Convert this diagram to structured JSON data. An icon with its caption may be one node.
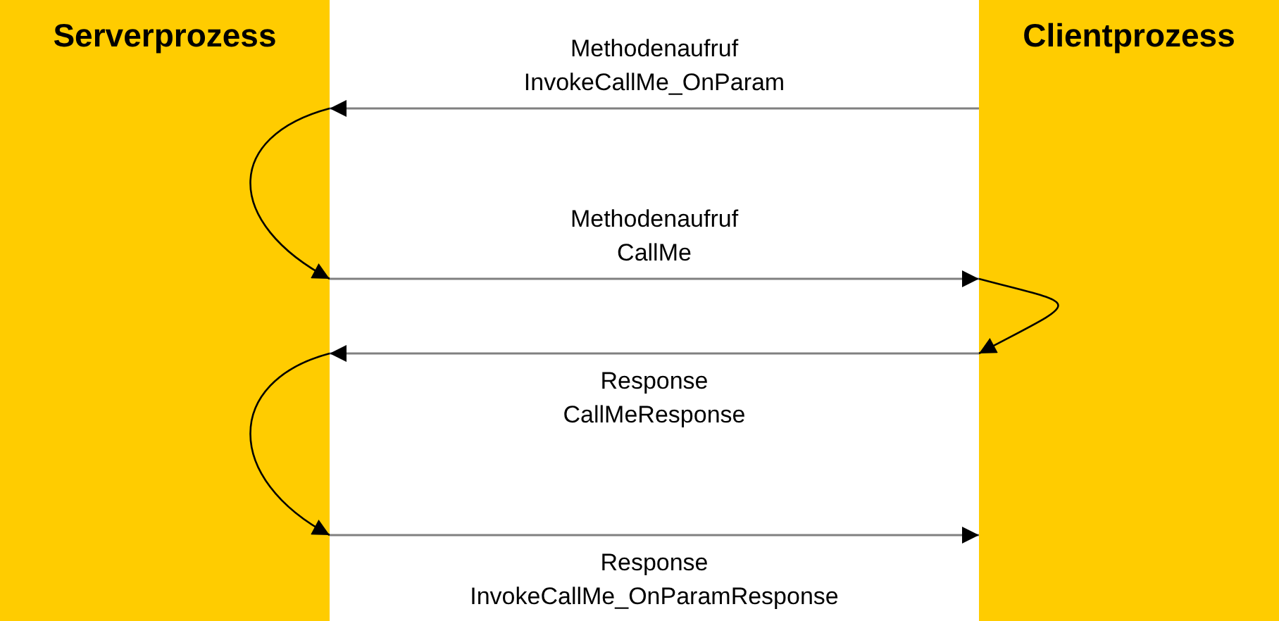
{
  "diagram": {
    "nodes": [
      {
        "text": [
          "Serverprozess"
        ]
      },
      {
        "text": [
          "Clientprozess"
        ]
      }
    ],
    "edges": [
      {
        "from": 1,
        "to": 0,
        "arrow": "to",
        "label": "Methodenaufruf InvokeCallMe_OnParam"
      },
      {
        "from": 0,
        "to": 0,
        "arrow": "to",
        "color": "#000000"
      },
      {
        "from": 0,
        "to": 1,
        "arrow": "to",
        "label": "Methodenaufruf CallMe"
      },
      {
        "from": 1,
        "to": 1,
        "arrow": "to",
        "color": "#000000"
      },
      {
        "from": 1,
        "to": 0,
        "arrow": "to",
        "label": "Response CallMeResponse"
      },
      {
        "from": 0,
        "to": 0,
        "arrow": "to",
        "color": "#000000"
      },
      {
        "from": 0,
        "to": 1,
        "arrow": "to",
        "label": "Response InvokeCallMe_OnParamResponse"
      }
    ]
  }
}
